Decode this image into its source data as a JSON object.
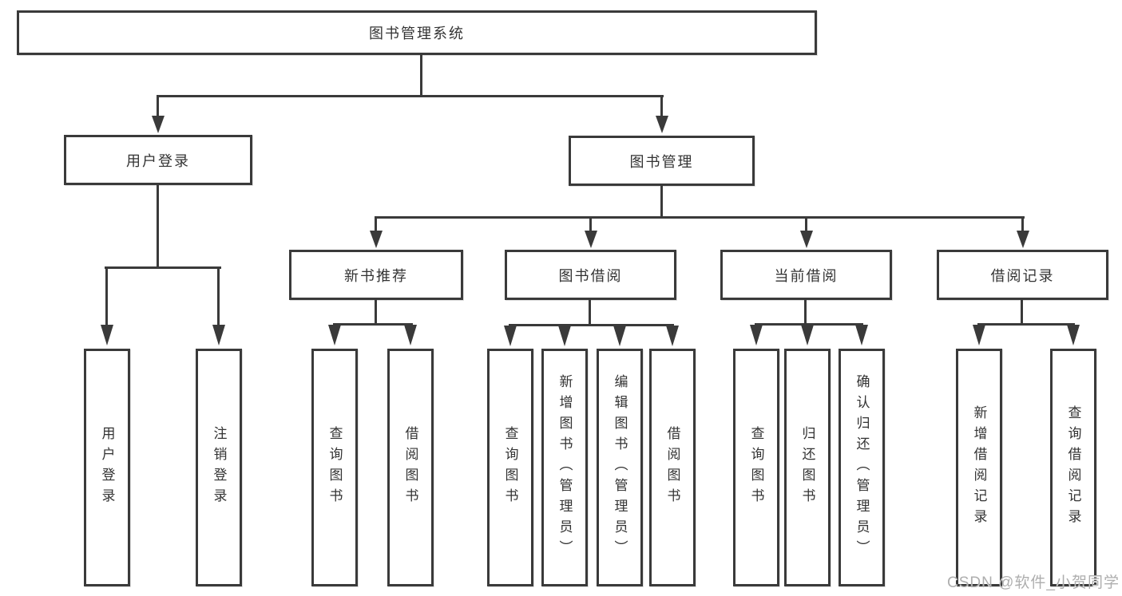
{
  "root": {
    "label": "图书管理系统"
  },
  "level2": {
    "user_login": {
      "label": "用户登录"
    },
    "book_management": {
      "label": "图书管理"
    }
  },
  "level3": {
    "new_book_recommend": {
      "label": "新书推荐"
    },
    "book_borrow": {
      "label": "图书借阅"
    },
    "current_borrow": {
      "label": "当前借阅"
    },
    "borrow_record": {
      "label": "借阅记录"
    }
  },
  "level4": {
    "user_login": [
      "用户登录",
      "注销登录"
    ],
    "new_book_recommend": [
      "查询图书",
      "借阅图书"
    ],
    "book_borrow": [
      "查询图书",
      "新增图书（管理员）",
      "编辑图书（管理员）",
      "借阅图书"
    ],
    "current_borrow": [
      "查询图书",
      "归还图书",
      "确认归还（管理员）"
    ],
    "borrow_record": [
      "新增借阅记录",
      "查询借阅记录"
    ]
  },
  "watermark": "CSDN @软件_小贺同学",
  "colors": {
    "line": "#3a3a3a",
    "text": "#333333",
    "background": "#ffffff",
    "watermark": "#aeaeae"
  }
}
